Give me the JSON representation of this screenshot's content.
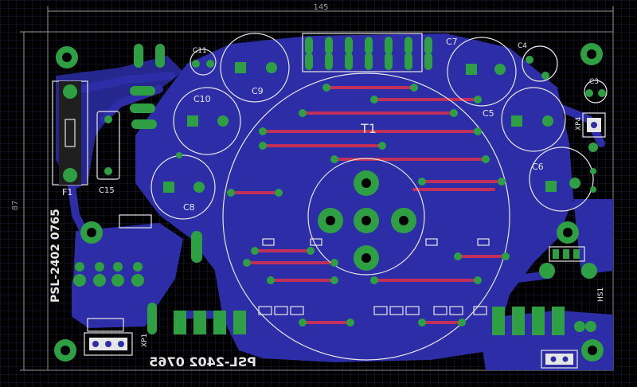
{
  "dimensions": {
    "width_label": "145",
    "height_label": "87"
  },
  "board": {
    "id_text": "PSL-2402 0765",
    "id_text_mirrored": "PSL-2402 0765"
  },
  "components": {
    "transformer": "T1",
    "fuse": "F1",
    "capacitors": [
      "C11",
      "C9",
      "C10",
      "C7",
      "C4",
      "C5",
      "C8",
      "C6",
      "C3",
      "C15"
    ],
    "connectors": [
      "XP1",
      "XP4",
      "HS1"
    ]
  },
  "colors": {
    "background": "#000000",
    "grid": "#1b1b3a",
    "copper_bottom": "#2d2da8",
    "copper_top": "#c0305a",
    "pads": "#2ea043",
    "silkscreen": "#e6e6e6"
  }
}
